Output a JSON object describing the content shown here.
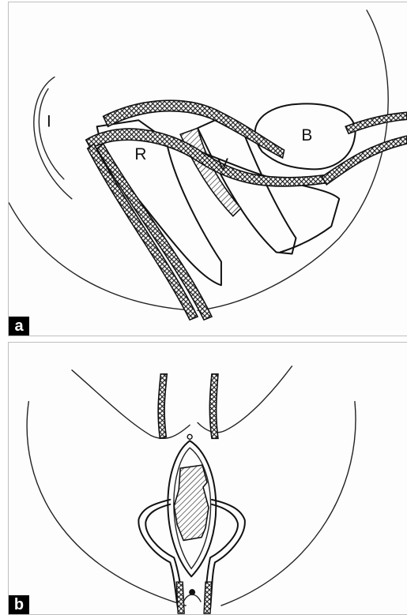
{
  "panels": [
    {
      "tag": "a",
      "labels": {
        "intestine": "I",
        "rectum": "R",
        "vagina": "V",
        "bladder": "B"
      }
    },
    {
      "tag": "b"
    }
  ]
}
